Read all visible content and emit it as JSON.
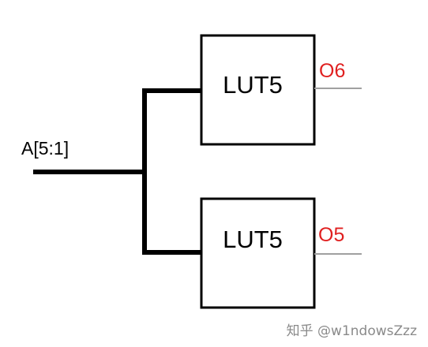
{
  "input": {
    "label": "A[5:1]"
  },
  "luts": [
    {
      "label": "LUT5",
      "output": "O6"
    },
    {
      "label": "LUT5",
      "output": "O5"
    }
  ],
  "watermark": {
    "text": "知乎 @w1ndowsZzz"
  },
  "colors": {
    "line": "#000000",
    "output_label": "#e02020",
    "output_wire": "#a0a0a0",
    "watermark": "#8a8a8a"
  }
}
